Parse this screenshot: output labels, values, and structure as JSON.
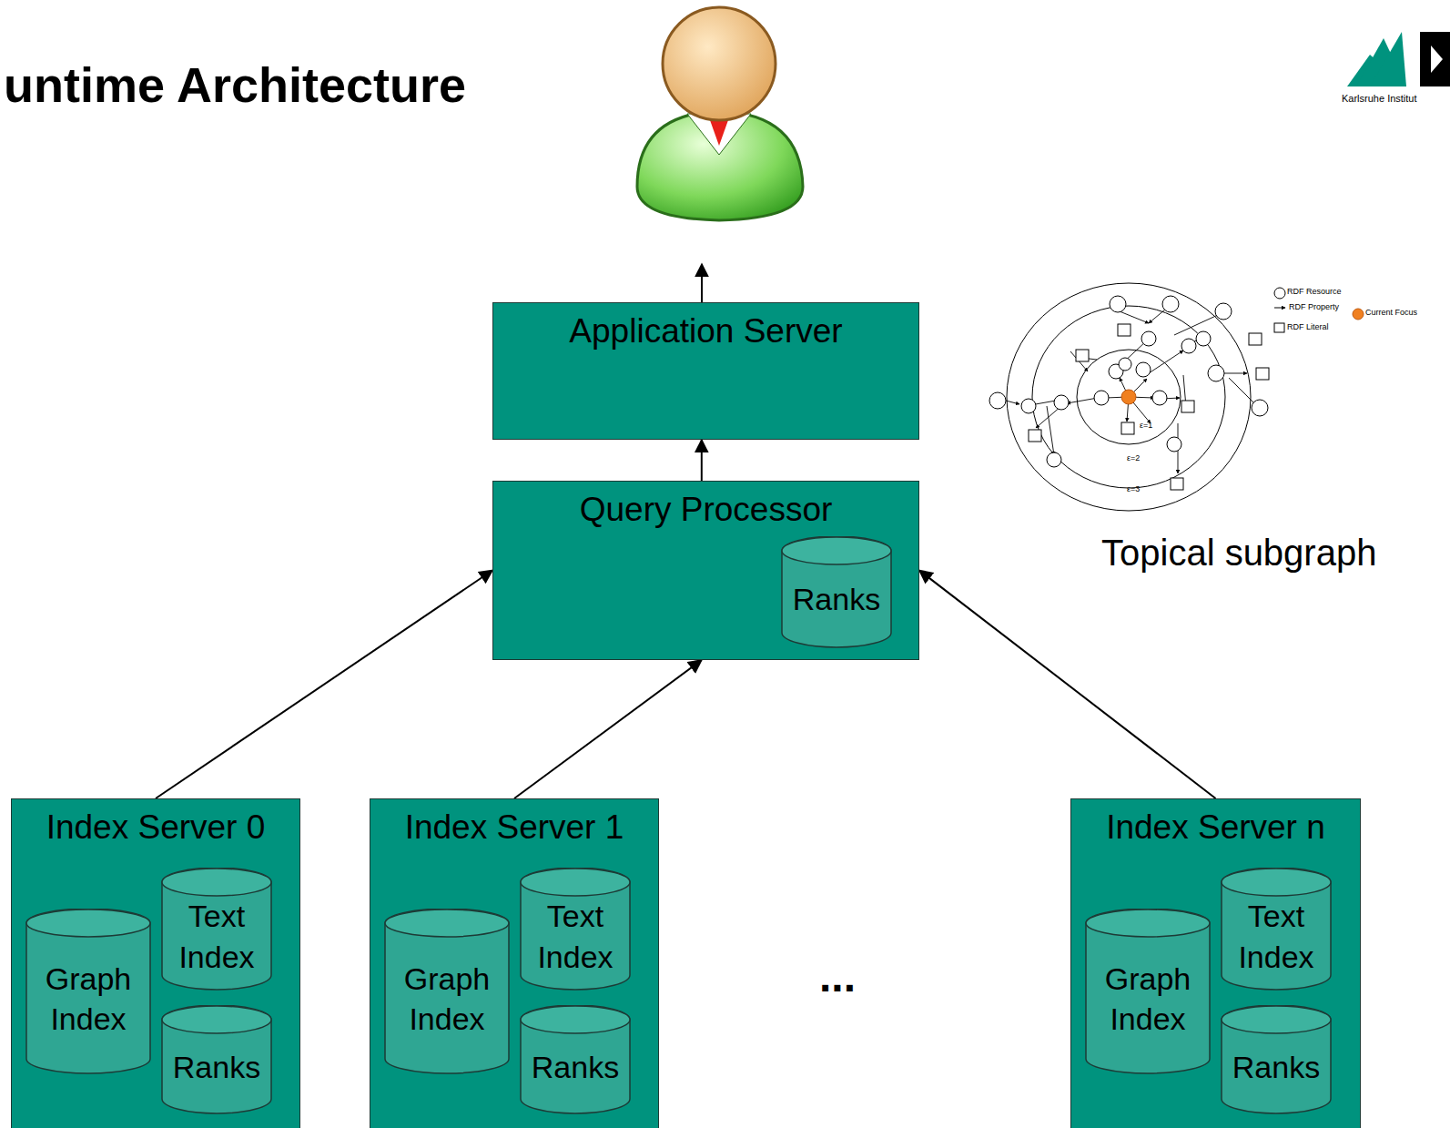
{
  "diagram": {
    "title": "untime Architecture",
    "nodes": [
      {
        "text": [
          "Application Server"
        ]
      },
      {
        "text": [
          "Query Processor"
        ]
      },
      {
        "text": [
          "Ranks"
        ],
        "in": 1
      },
      {
        "text": [
          "Index Server 0"
        ]
      },
      {
        "text": [
          "Graph Index"
        ],
        "in": 3
      },
      {
        "text": [
          "Text Index"
        ],
        "in": 3
      },
      {
        "text": [
          "Ranks"
        ],
        "in": 3
      },
      {
        "text": [
          "Index Server 1"
        ]
      },
      {
        "text": [
          "Graph Index"
        ],
        "in": 7
      },
      {
        "text": [
          "Text Index"
        ],
        "in": 7
      },
      {
        "text": [
          "Ranks"
        ],
        "in": 7
      },
      {
        "text": [
          "Index Server n"
        ]
      },
      {
        "text": [
          "Graph Index"
        ],
        "in": 11
      },
      {
        "text": [
          "Text Index"
        ],
        "in": 11
      },
      {
        "text": [
          "Ranks"
        ],
        "in": 11
      }
    ],
    "edges": [
      {
        "from": 1,
        "to": 0,
        "arrow": "to"
      },
      {
        "from": 3,
        "to": 1,
        "arrow": "to"
      },
      {
        "from": 7,
        "to": 1,
        "arrow": "to"
      },
      {
        "from": 11,
        "to": 1,
        "arrow": "to"
      }
    ],
    "labels": [
      "...",
      "Topical subgraph",
      "RDF Resource",
      "RDF Property",
      "RDF Literal",
      "Current Focus",
      "ε=1",
      "ε=2",
      "ε=3",
      "Karlsruhe Institut"
    ]
  }
}
